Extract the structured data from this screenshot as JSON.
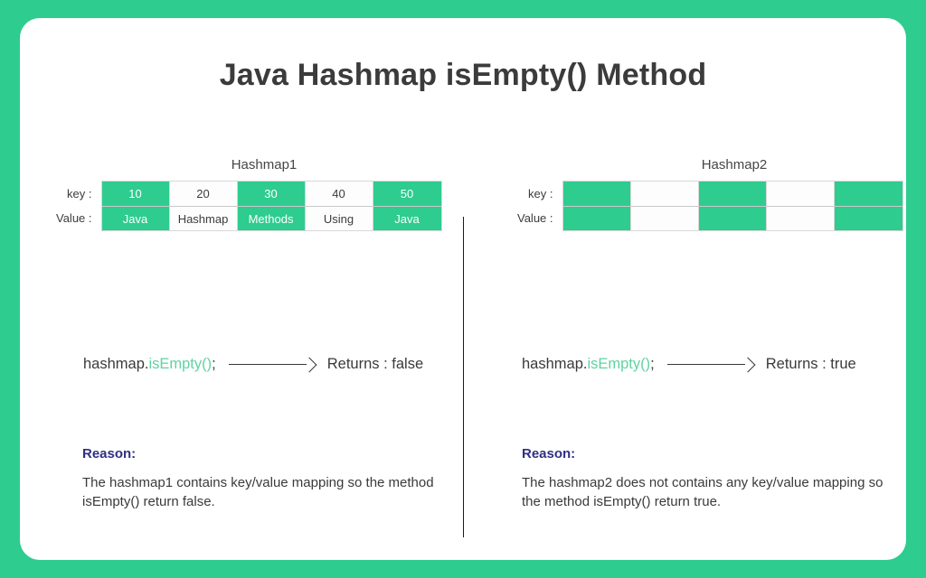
{
  "header": {
    "title": "Java Hashmap isEmpty() Method"
  },
  "theme": {
    "frame_color": "#2ECC8F",
    "cell_fill_color": "#2ECC8F",
    "card_color": "#FFFFFF",
    "title_color": "#3B3B3B",
    "reason_heading_color": "#2F2F85",
    "method_name_color": "#5FD3A0"
  },
  "panels": [
    {
      "map_title": "Hashmap1",
      "row_labels": {
        "key": "key :",
        "value": "Value :"
      },
      "keys": [
        "10",
        "20",
        "30",
        "40",
        "50"
      ],
      "values": [
        "Java",
        "Hashmap",
        "Methods",
        "Using",
        "Java"
      ],
      "cell_states": [
        "filled",
        "blank",
        "filled",
        "blank",
        "filled"
      ],
      "call": {
        "object": "hashmap.",
        "method": "isEmpty()",
        "terminator": ";",
        "arrow": "arrow-right-icon",
        "result": "Returns : false"
      },
      "reason": {
        "heading": "Reason:",
        "text": "The hashmap1 contains key/value mapping so the method isEmpty() return false."
      }
    },
    {
      "map_title": "Hashmap2",
      "row_labels": {
        "key": "key :",
        "value": "Value :"
      },
      "keys": [
        "",
        "",
        "",
        "",
        ""
      ],
      "values": [
        "",
        "",
        "",
        "",
        ""
      ],
      "cell_states": [
        "filled",
        "blank",
        "filled",
        "blank",
        "filled"
      ],
      "call": {
        "object": "hashmap.",
        "method": "isEmpty()",
        "terminator": ";",
        "arrow": "arrow-right-icon",
        "result": "Returns : true"
      },
      "reason": {
        "heading": "Reason:",
        "text": "The hashmap2 does not contains any key/value mapping so the method isEmpty() return true."
      }
    }
  ]
}
